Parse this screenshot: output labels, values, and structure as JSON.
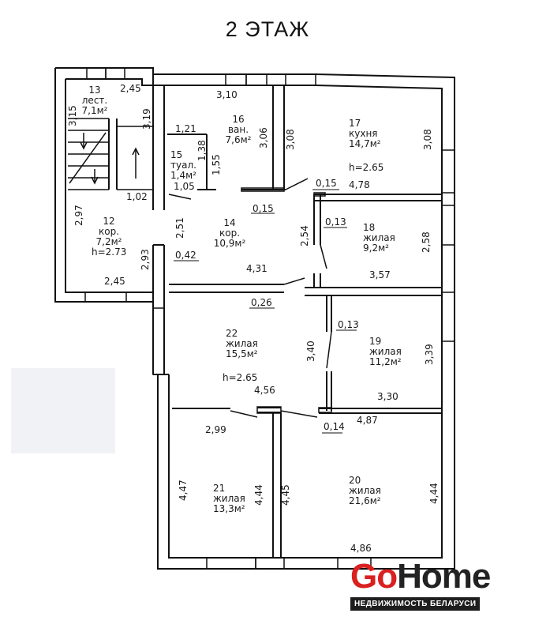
{
  "title": "2 ЭТАЖ",
  "rooms": {
    "r13": {
      "num": "13",
      "name": "лест.",
      "area": "7,1м²"
    },
    "r16": {
      "num": "16",
      "name": "ван.",
      "area": "7,6м²"
    },
    "r17": {
      "num": "17",
      "name": "кухня",
      "area": "14,7м²",
      "height": "h=2.65"
    },
    "r15": {
      "num": "15",
      "name": "туал.",
      "area": "1,4м²"
    },
    "r12": {
      "num": "12",
      "name": "кор.",
      "area": "7,2м²",
      "height": "h=2.73"
    },
    "r14": {
      "num": "14",
      "name": "кор.",
      "area": "10,9м²"
    },
    "r18": {
      "num": "18",
      "name": "жилая",
      "area": "9,2м²"
    },
    "r22": {
      "num": "22",
      "name": "жилая",
      "area": "15,5м²",
      "height": "h=2.65"
    },
    "r19": {
      "num": "19",
      "name": "жилая",
      "area": "11,2м²"
    },
    "r21": {
      "num": "21",
      "name": "жилая",
      "area": "13,3м²"
    },
    "r20": {
      "num": "20",
      "name": "жилая",
      "area": "21,6м²"
    }
  },
  "dims": {
    "d_2_45_top": "2,45",
    "d_3_15": "3,15",
    "d_3_19": "3,19",
    "d_3_10": "3,10",
    "d_1_21": "1,21",
    "d_1_38": "1,38",
    "d_1_55": "1,55",
    "d_1_05": "1,05",
    "d_3_06": "3,06",
    "d_3_08_a": "3,08",
    "d_3_08_b": "3,08",
    "d_0_15_a": "0,15",
    "d_4_78": "4,78",
    "d_0_15_b": "0,15",
    "d_1_02": "1,02",
    "d_2_97": "2,97",
    "d_2_51": "2,51",
    "d_2_93": "2,93",
    "d_0_42": "0,42",
    "d_2_54": "2,54",
    "d_0_13_a": "0,13",
    "d_2_58": "2,58",
    "d_4_31": "4,31",
    "d_3_57": "3,57",
    "d_2_45_bot": "2,45",
    "d_0_26": "0,26",
    "d_0_13_b": "0,13",
    "d_3_40": "3,40",
    "d_3_39": "3,39",
    "d_4_56": "4,56",
    "d_3_30": "3,30",
    "d_2_99": "2,99",
    "d_0_14": "0,14",
    "d_4_87": "4,87",
    "d_4_47": "4,47",
    "d_4_44_a": "4,44",
    "d_4_45": "4,45",
    "d_4_44_b": "4,44",
    "d_4_86": "4,86"
  },
  "logo": {
    "go": "Go",
    "home": "Home",
    "tagline": "НЕДВИЖИМОСТЬ БЕЛАРУСИ"
  }
}
